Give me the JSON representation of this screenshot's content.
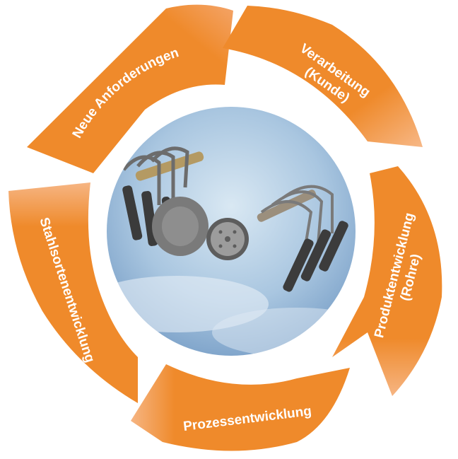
{
  "cycle": {
    "segments": [
      {
        "id": "neue-anforderungen",
        "lines": [
          "Neue Anforderungen"
        ]
      },
      {
        "id": "verarbeitung",
        "lines": [
          "Verarbeitung",
          "(Kunde)"
        ]
      },
      {
        "id": "produktentwicklung",
        "lines": [
          "Produktentwicklung",
          "(Rohre)"
        ]
      },
      {
        "id": "prozessentwicklung",
        "lines": [
          "Prozessentwicklung"
        ]
      },
      {
        "id": "stahlsortenentwicklung",
        "lines": [
          "Stahlsortenentwicklung"
        ]
      }
    ]
  },
  "colors": {
    "segment_orange": "#ef8a2b",
    "segment_orange_light": "#f6b27a",
    "sky_top": "#6f9cc7",
    "sky_bottom": "#cfe1f0"
  }
}
